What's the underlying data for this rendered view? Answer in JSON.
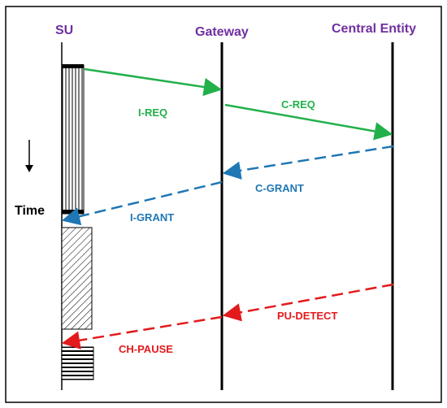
{
  "entities": {
    "su": "SU",
    "gateway": "Gateway",
    "central": "Central Entity"
  },
  "time_label": "Time",
  "messages": {
    "i_req": "I-REQ",
    "c_req": "C-REQ",
    "c_grant": "C-GRANT",
    "i_grant": "I-GRANT",
    "pu_detect": "PU-DETECT",
    "ch_pause": "CH-PAUSE"
  },
  "colors": {
    "entity_label": "#7030a0",
    "request": "#22b04a",
    "grant": "#1f77b4",
    "alert": "#e31a1c",
    "line": "#000000"
  }
}
